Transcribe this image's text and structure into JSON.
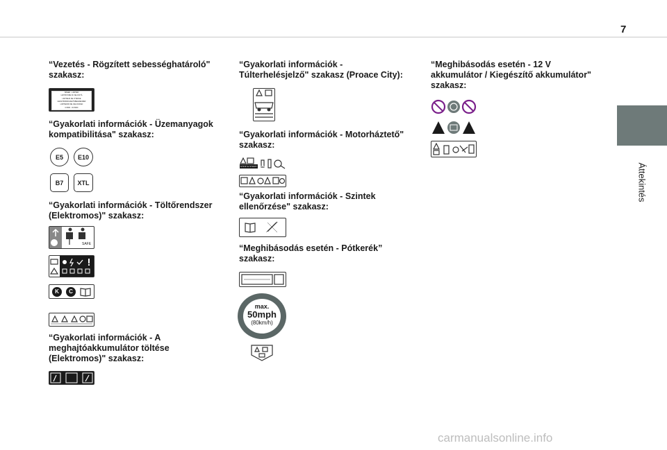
{
  "page": {
    "number": "7",
    "side_tab_label": "Áttekintés"
  },
  "sections": {
    "speed_limiter": {
      "heading": "“Vezetés - Rögzített sebességhatároló\" szakasz:",
      "label_lines": [
        "SPEED - LIMITED",
        "LIMITATORE DI VELOCITÀ",
        "LIMITEUR DE VITESSE",
        "GESCHWINDIGKEITSBEGRENZER",
        "LIMITADOR DE VELOCIDAD",
        "0 8000 - 00 8000"
      ]
    },
    "fuel_compat": {
      "heading": "“Gyakorlati információk - Üzemanyagok kompatibilitása\" szakasz:",
      "badges": [
        "E5",
        "E10",
        "B7",
        "XTL"
      ]
    },
    "charging": {
      "heading": "“Gyakorlati információk - Töltőrendszer (Elektromos)\" szakasz:",
      "safe_text": "SAFE",
      "kc": [
        "K",
        "C"
      ]
    },
    "battery_charge": {
      "heading": "“Gyakorlati információk - A meghajtóakkumulátor töltése (Elektromos)\" szakasz:"
    },
    "overload": {
      "heading": "“Gyakorlati információk - Túlterhelésjelző\" szakasz (Proace City):"
    },
    "bonnet": {
      "heading": "“Gyakorlati információk - Motorháztető\" szakasz:",
      "stop_text": "STOP & START SYSTEM"
    },
    "levels": {
      "heading": "“Gyakorlati információk - Szintek ellenőrzése\" szakasz:"
    },
    "spare_wheel": {
      "heading": "“Meghibásodás esetén - Pótkerék” szakasz:",
      "max_label": "max.",
      "speed_mph": "50mph",
      "speed_kmh": "(80km/h)"
    },
    "battery12v": {
      "heading": "“Meghibásodás esetén - 12 V akkumulátor / Kiegészítő akkumulátor\" szakasz:"
    }
  },
  "watermark": "carmanualsonline.info",
  "colors": {
    "side_tab": "#6e7a79",
    "text": "#1a1a1a"
  }
}
